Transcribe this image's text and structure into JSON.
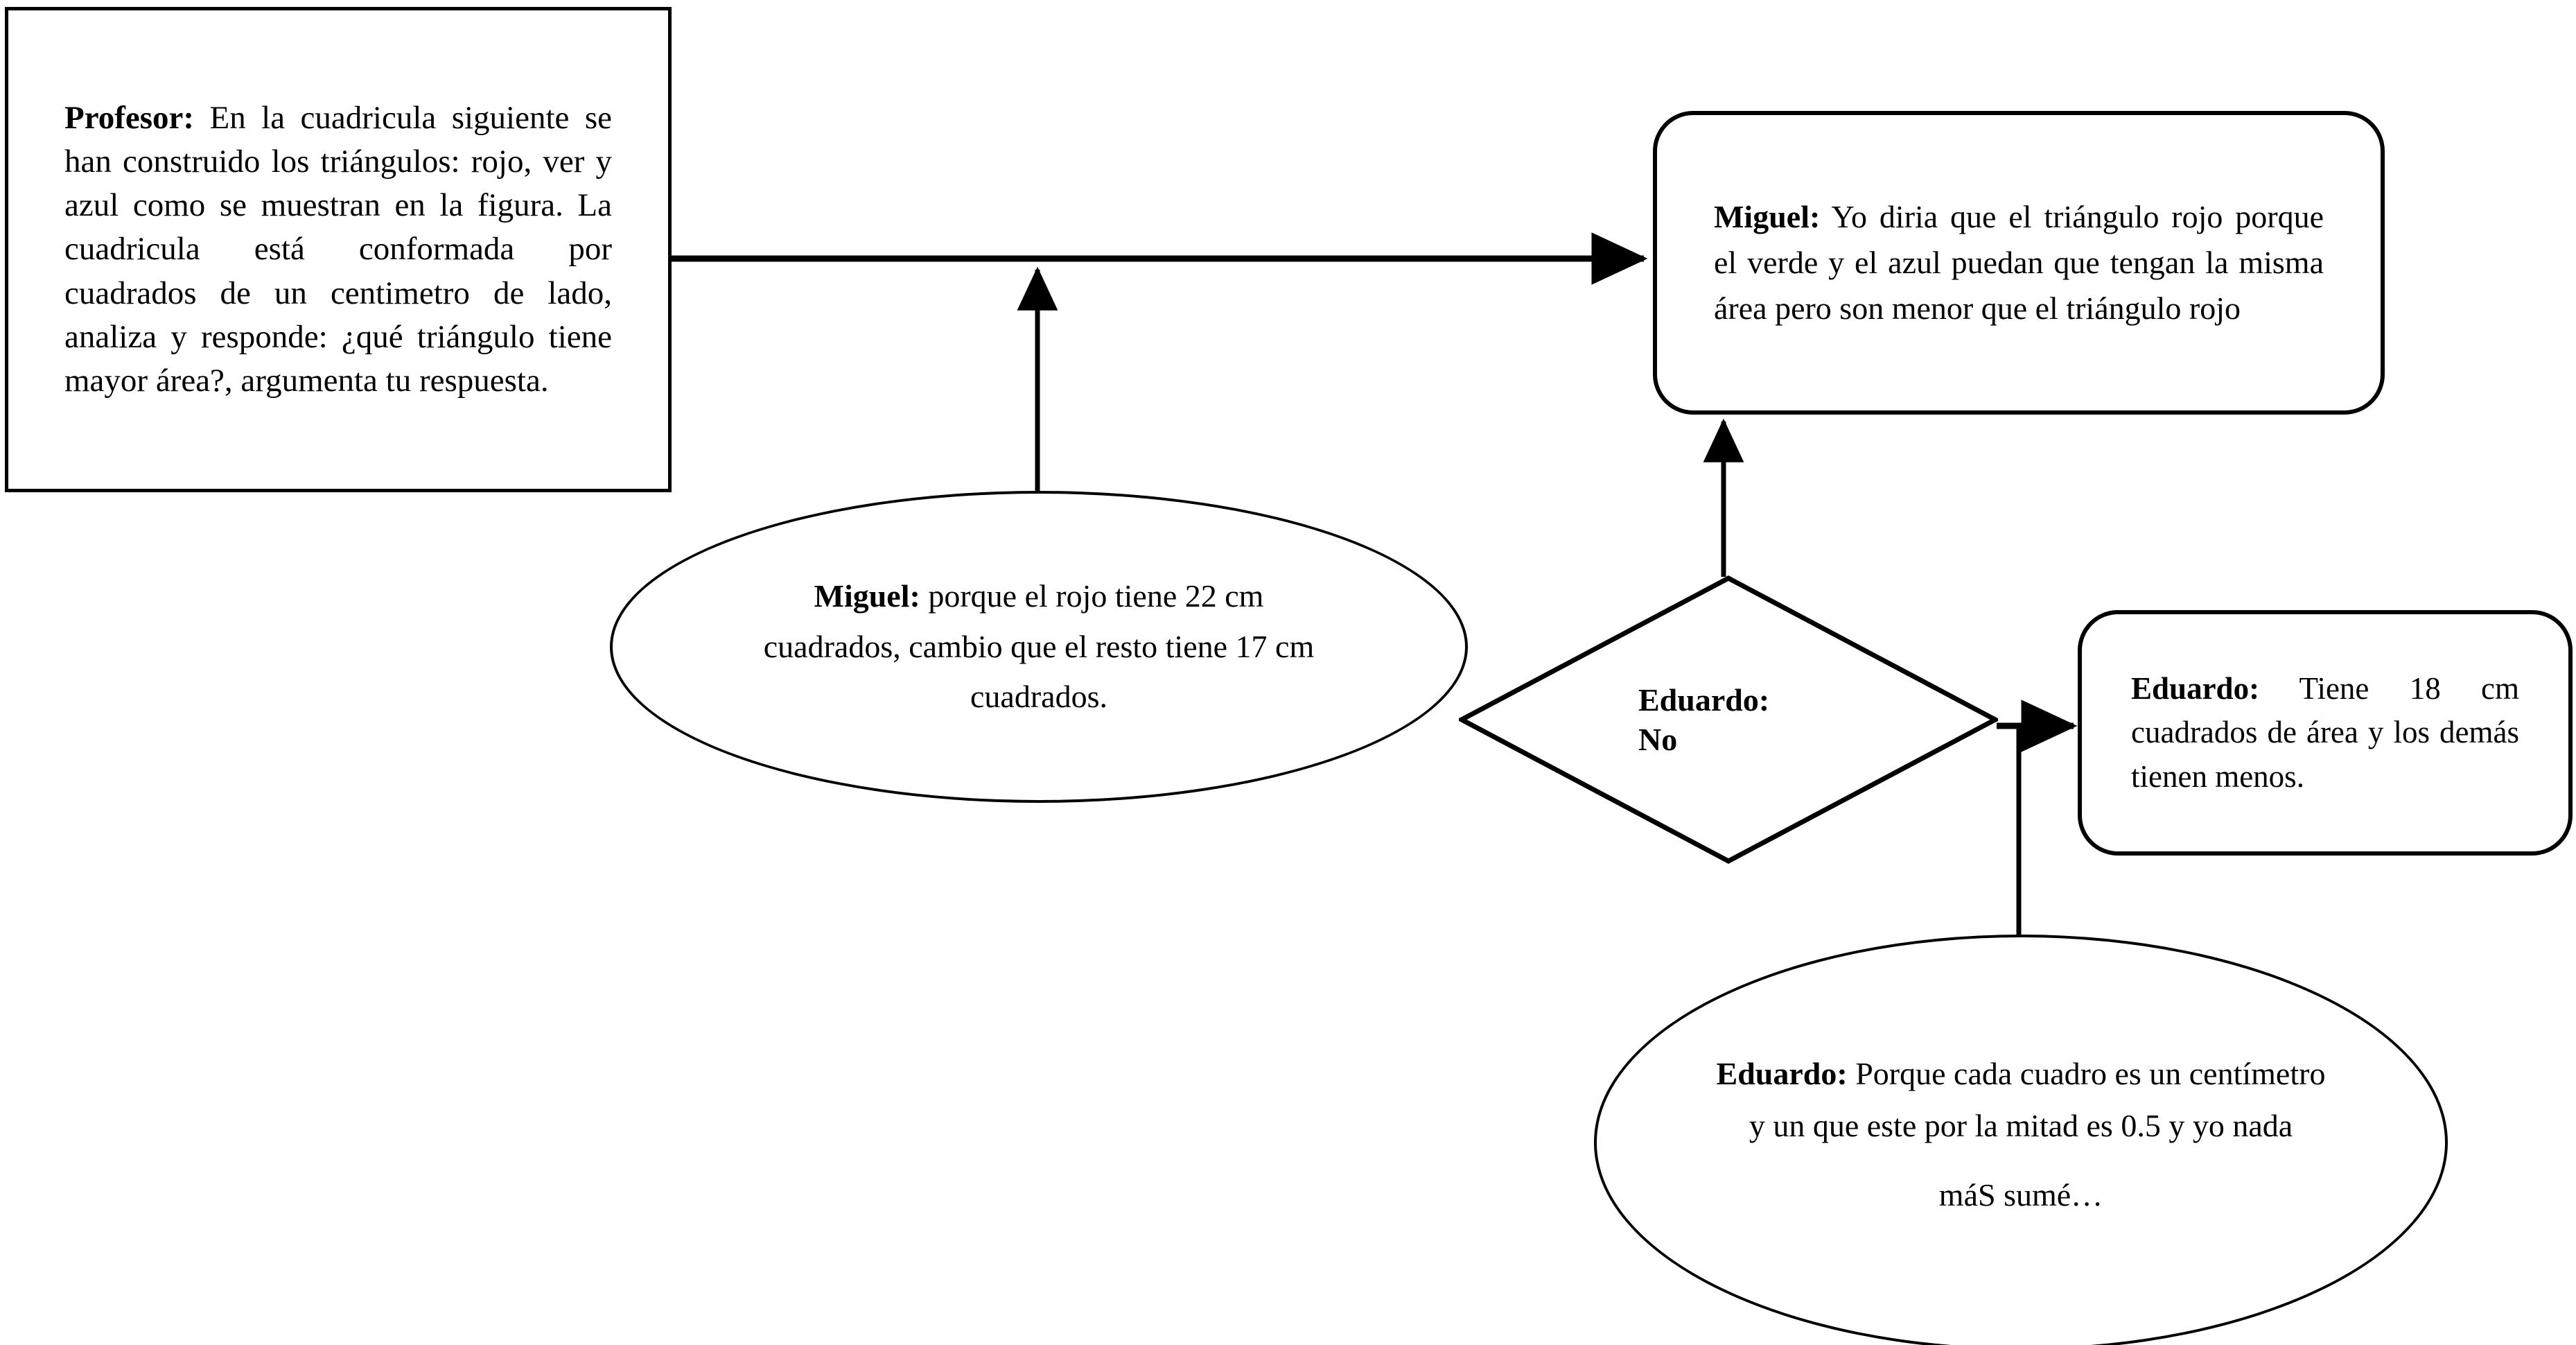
{
  "diagram": {
    "title": "Dialogo de aula sobre areas de triangulos",
    "background": "#ffffff",
    "stroke": "#000000"
  },
  "nodes": {
    "professor": {
      "speaker": "Profesor:",
      "body": " En la cuadricula siguiente se han construido los triángulos: rojo, ver y azul como se muestran en la figura. La cuadricula está conformada por cuadrados de un centimetro de lado, analiza y responde: ¿qué triángulo tiene mayor área?, argumenta tu respuesta.",
      "shape": "rectangle"
    },
    "miguel_answer": {
      "speaker": "Miguel:",
      "body": " Yo diria que el triángulo rojo porque el verde y el azul puedan que tengan la misma área pero son menor que el triángulo rojo",
      "shape": "rounded-rectangle"
    },
    "miguel_reason": {
      "speaker": "Miguel:",
      "body": " porque el rojo tiene 22 cm cuadrados, cambio que el resto tiene 17 cm cuadrados.",
      "shape": "ellipse"
    },
    "decision": {
      "speaker": "Eduardo:",
      "body": "No",
      "shape": "diamond"
    },
    "eduardo_answer": {
      "speaker": "Eduardo:",
      "body": " Tiene 18 cm cuadrados de área y los demás tienen menos.",
      "shape": "rounded-rectangle"
    },
    "eduardo_reason": {
      "speaker": "Eduardo:",
      "body": " Porque cada cuadro es un centímetro y un que este por la mitad es 0.5 y yo nada",
      "body2": "máS sumé…",
      "shape": "ellipse"
    }
  },
  "edges": [
    {
      "id": "professor-to-miguel-answer",
      "from": "professor",
      "to": "miguel_answer",
      "direction": "right",
      "arrowhead": true
    },
    {
      "id": "miguel-reason-to-professor-edge",
      "from": "miguel_reason",
      "to": "professor-to-miguel-answer",
      "direction": "up",
      "arrowhead": true
    },
    {
      "id": "decision-to-miguel-answer",
      "from": "decision",
      "to": "miguel_answer",
      "direction": "up",
      "arrowhead": true
    },
    {
      "id": "decision-to-eduardo-answer",
      "from": "decision",
      "to": "eduardo_answer",
      "direction": "right",
      "arrowhead": true
    },
    {
      "id": "eduardo-reason-to-decision-edge",
      "from": "eduardo_reason",
      "to": "decision-to-eduardo-answer",
      "direction": "up",
      "arrowhead": false
    }
  ]
}
